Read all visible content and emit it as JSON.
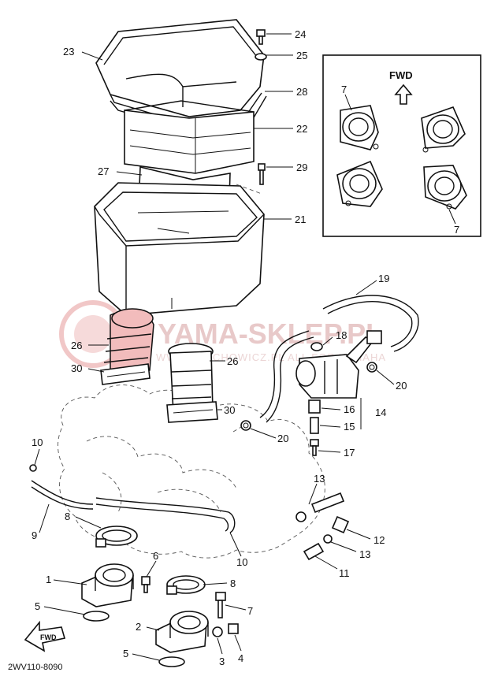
{
  "watermark": {
    "brand": "YAMA-SKLEP.PL",
    "sub": "WWW.SZECHOWICZ.PL  ALL FOR YAMAHA"
  },
  "inset": {
    "direction_label": "FWD"
  },
  "fwd_badge": "FWD",
  "diagram_code": "2WV110-8090",
  "callouts": {
    "c23": "23",
    "c24": "24",
    "c25": "25",
    "c28": "28",
    "c22": "22",
    "c27": "27",
    "c29": "29",
    "c21": "21",
    "c7a": "7",
    "c7b": "7",
    "c19": "19",
    "c18": "18",
    "c20a": "20",
    "c14": "14",
    "c16": "16",
    "c15": "15",
    "c17": "17",
    "c20b": "20",
    "c26a": "26",
    "c30a": "30",
    "c26b": "26",
    "c30b": "30",
    "c10a": "10",
    "c9": "9",
    "c8a": "8",
    "c10b": "10",
    "c13a": "13",
    "c12": "12",
    "c13b": "13",
    "c11": "11",
    "c1": "1",
    "c6": "6",
    "c8b": "8",
    "c7c": "7",
    "c5a": "5",
    "c2": "2",
    "c3": "3",
    "c4": "4",
    "c5b": "5"
  }
}
